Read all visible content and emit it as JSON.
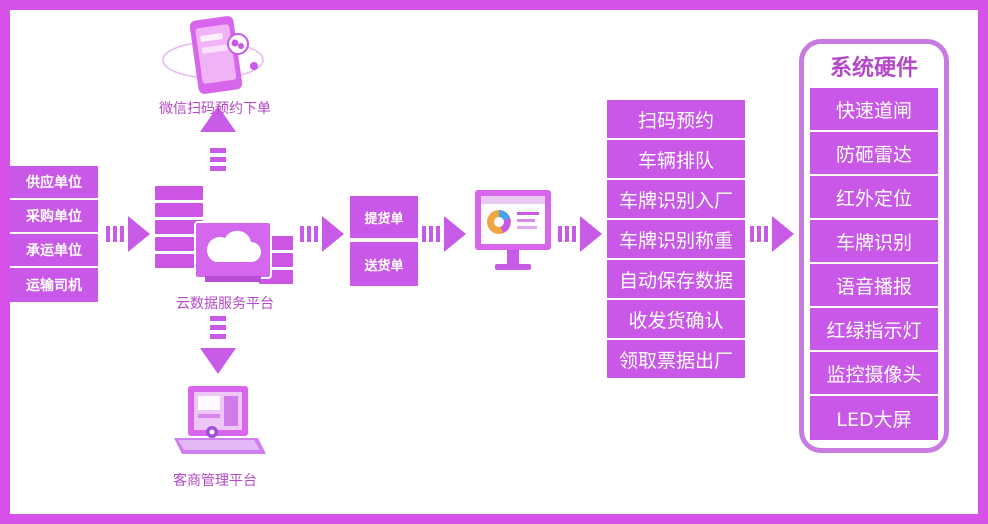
{
  "colors": {
    "frame": "#d651e8",
    "box": "#c957e8",
    "accent_text": "#b548c8",
    "hardware_border": "#c77be0"
  },
  "left_parties": {
    "items": [
      "供应单位",
      "采购单位",
      "承运单位",
      "运输司机"
    ]
  },
  "top_node": {
    "label": "微信扫码预约下单",
    "icon": "phone-wechat-icon"
  },
  "center_node": {
    "label": "云数据服务平台",
    "icon": "cloud-server-icon"
  },
  "bottom_node": {
    "label": "客商管理平台",
    "icon": "laptop-management-icon"
  },
  "orders": {
    "items": [
      "提货单",
      "送货单"
    ]
  },
  "monitor": {
    "icon": "monitor-dashboard-icon"
  },
  "process": {
    "items": [
      "扫码预约",
      "车辆排队",
      "车牌识别入厂",
      "车牌识别称重",
      "自动保存数据",
      "收发货确认",
      "领取票据出厂"
    ]
  },
  "hardware": {
    "title": "系统硬件",
    "items": [
      "快速道闸",
      "防砸雷达",
      "红外定位",
      "车牌识别",
      "语音播报",
      "红绿指示灯",
      "监控摄像头",
      "LED大屏"
    ]
  }
}
